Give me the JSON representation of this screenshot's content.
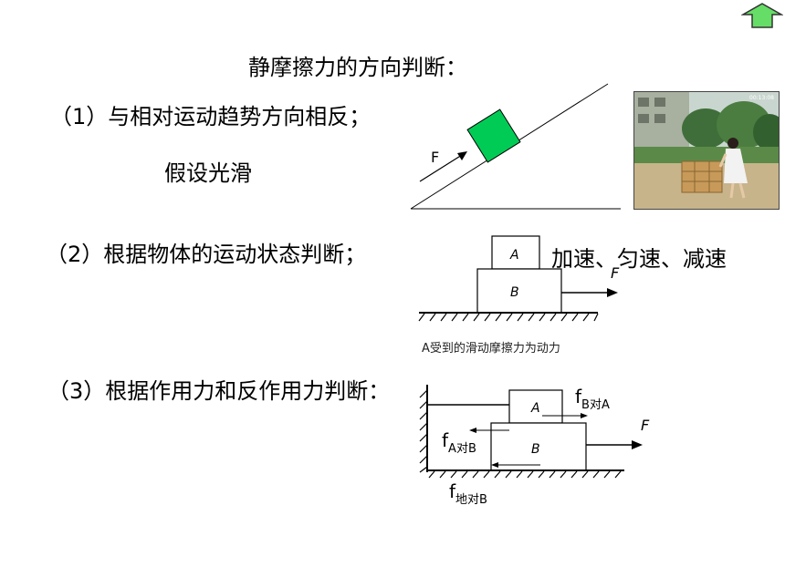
{
  "slide": {
    "title": "静摩擦力的方向判断：",
    "point1": "（1）与相对运动趋势方向相反；",
    "point1_note": "假设光滑",
    "point2": "（2）根据物体的运动状态判断；",
    "point2_note": "加速、匀速、减速",
    "point3": "（3）根据作用力和反作用力判断：",
    "caption": "A受到的滑动摩擦力为动力"
  },
  "incline_diagram": {
    "force_label": "F"
  },
  "stack_diagram": {
    "block_a": "A",
    "block_b": "B",
    "force_label": "F"
  },
  "force_diagram": {
    "block_a": "A",
    "block_b": "B",
    "force_label": "F",
    "f_ba": {
      "main": "f",
      "sub": "B对A"
    },
    "f_ab": {
      "main": "f",
      "sub": "A对B"
    },
    "f_ground": {
      "main": "f",
      "sub": "地对B"
    }
  },
  "photo": {
    "timestamp": "00:13:08"
  },
  "colors": {
    "green_block": "#00cc55",
    "nav_arrow": "#66dd66"
  }
}
